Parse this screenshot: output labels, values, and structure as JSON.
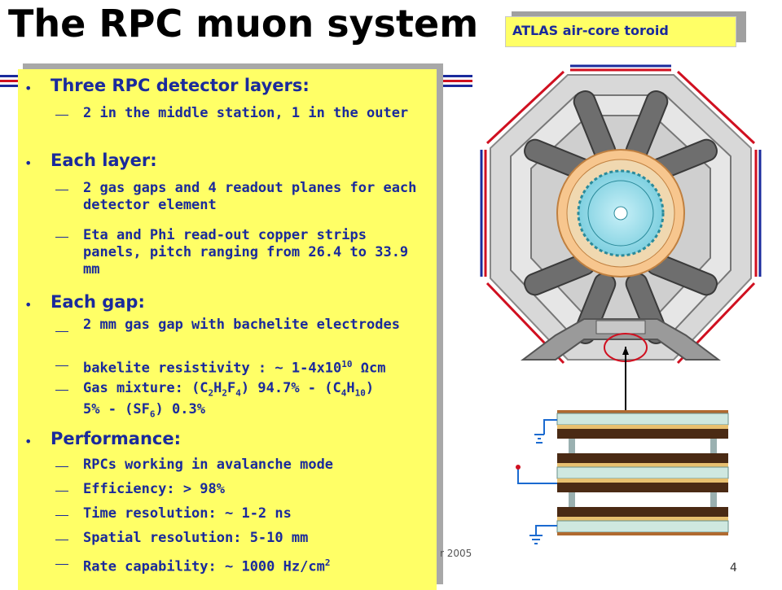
{
  "slide": {
    "title": "The RPC muon system",
    "image_label": "ATLAS air-core toroid",
    "footer_fragment": "r 2005",
    "page_number": "4"
  },
  "content": {
    "sections": [
      {
        "heading": "Three RPC detector layers:",
        "items": [
          "2 in the middle station, 1 in the outer"
        ]
      },
      {
        "heading": "Each layer:",
        "items": [
          "2 gas gaps and 4 readout planes for each detector element",
          "Eta and Phi read-out copper strips panels, pitch ranging from 26.4 to 33.9 mm"
        ]
      },
      {
        "heading": "Each gap:",
        "items": [
          "2 mm gas gap with bachelite electrodes",
          "bakelite resistivity : ~ 1-4x10",
          "Gas mixture: (C"
        ]
      },
      {
        "heading": "Performance:",
        "items": [
          "RPCs working in avalanche mode",
          "Efficiency: > 98%",
          "Time resolution: ~ 1-2 ns",
          "Spatial resolution: 5-10 mm",
          "Rate capability: ~ 1000 Hz/cm"
        ]
      }
    ],
    "resistivity_exp": "10",
    "resistivity_unit": " Ωcm",
    "gas": {
      "p1": "(C",
      "s1": "2",
      "p2": "H",
      "s2": "2",
      "p3": "F",
      "s3": "4",
      "p4": ") 94.7% - (C",
      "s4": "4",
      "p5": "H",
      "s5": "10",
      "p6": ")",
      "line2a": "5% - (SF",
      "s6": "6",
      "line2b": ") 0.3%",
      "prefix": "Gas mixture: "
    },
    "rate_exp": "2"
  }
}
